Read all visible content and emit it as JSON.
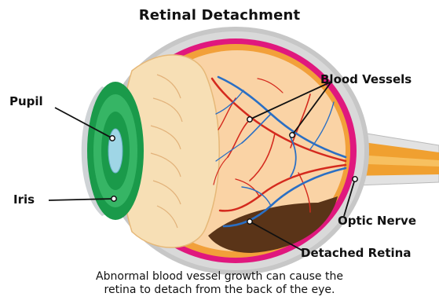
{
  "title": "Retinal Detachment",
  "labels": {
    "pupil": "Pupil",
    "iris": "Iris",
    "blood_vessels": "Blood Vessels",
    "optic_nerve": "Optic Nerve",
    "detached_retina": "Detached Retina"
  },
  "caption": {
    "line1": "Abnormal blood vessel growth can cause the",
    "line2": "retina to detach from the back of the eye."
  },
  "colors": {
    "sclera_outer": "#c7c7c7",
    "choroid_magenta": "#e0187e",
    "retina_orange": "#f2a03a",
    "vitreous_peach": "#fad3a5",
    "lens_cream": "#f7dfb5",
    "iris_green": "#1a9a4a",
    "pupil_blue": "#9fd6e6",
    "artery_red": "#d42a1e",
    "vein_blue": "#2a6fc4",
    "detached_brown": "#5a3418",
    "nerve_orange": "#f0a030"
  }
}
